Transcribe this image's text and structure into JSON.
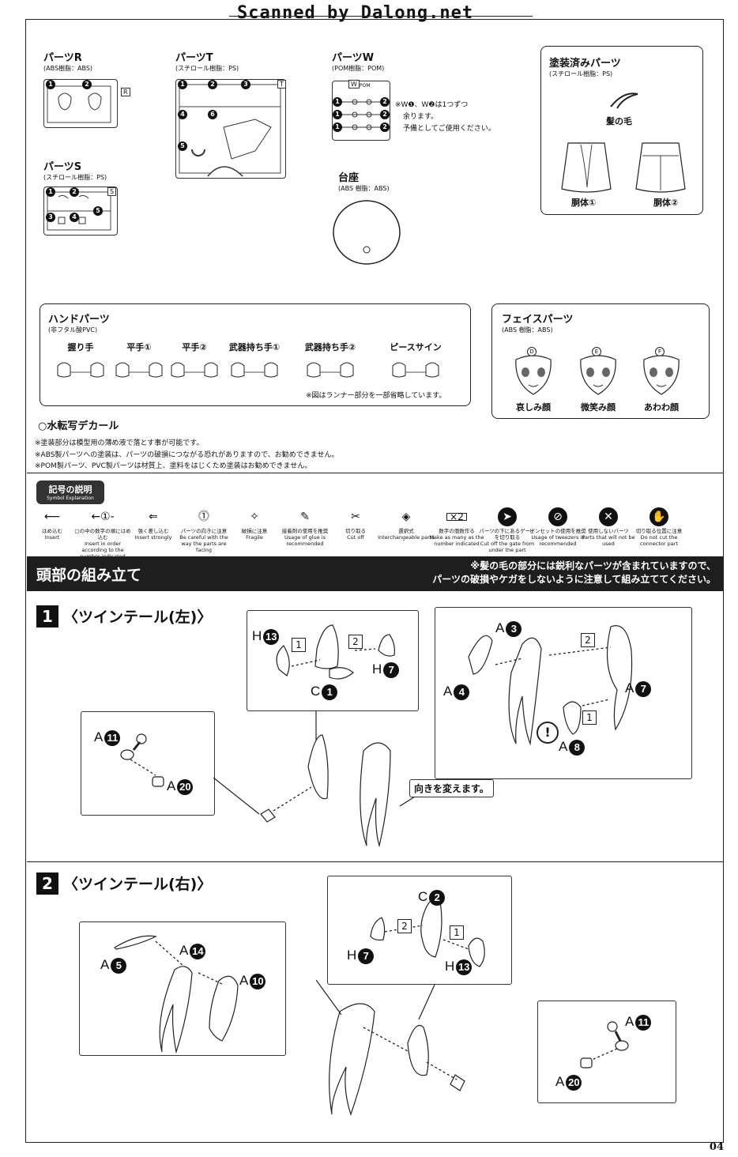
{
  "scan_credit": "Scanned by Dalong.net",
  "page_number": "04",
  "parts": {
    "R": {
      "title": "パーツR",
      "material": "(ABS樹脂：ABS)",
      "nums": [
        "1",
        "2"
      ],
      "letter": "R"
    },
    "T": {
      "title": "パーツT",
      "material": "(スチロール樹脂：PS)",
      "nums": [
        "1",
        "2",
        "3",
        "4",
        "5",
        "6"
      ],
      "letter": "T"
    },
    "S": {
      "title": "パーツS",
      "material": "(スチロール樹脂：PS)",
      "nums": [
        "1",
        "2",
        "3",
        "4",
        "5"
      ],
      "letter": "S"
    },
    "W": {
      "title": "パーツW",
      "material": "(POM樹脂：POM)",
      "nums": [
        "1",
        "1",
        "1",
        "2",
        "2",
        "2"
      ],
      "letter": "W",
      "tag": "POM",
      "note1": "※W❶、W❷は1つずつ",
      "note2": "余ります。",
      "note3": "予備としてご使用ください。"
    },
    "base": {
      "title": "台座",
      "material": "(ABS 樹脂：ABS)"
    }
  },
  "painted": {
    "title": "塗装済みパーツ",
    "material": "(スチロール樹脂：PS)",
    "hair": "髪の毛",
    "body1": "胴体①",
    "body2": "胴体②"
  },
  "hands": {
    "title": "ハンドパーツ",
    "material": "(非フタル酸PVC)",
    "items": [
      "握り手",
      "平手①",
      "平手②",
      "武器持ち手①",
      "武器持ち手②",
      "ピースサイン"
    ],
    "note": "※図はランナー部分を一部省略しています。"
  },
  "faces": {
    "title": "フェイスパーツ",
    "material": "(ABS 樹脂：ABS)",
    "items": [
      {
        "letter": "D",
        "label": "哀しみ顔"
      },
      {
        "letter": "E",
        "label": "微笑み顔"
      },
      {
        "letter": "F",
        "label": "あわわ顔"
      }
    ]
  },
  "decal": "○水転写デカール",
  "notes": [
    "※塗装部分は模型用の薄め液で落とす事が可能です。",
    "※ABS製パーツへの塗装は、パーツの破損につながる恐れがありますので、お勧めできません。",
    "※POM製パーツ、PVC製パーツは材質上、塗料をはじくため塗装はお勧めできません。"
  ],
  "symbols": {
    "title": "記号の説明",
    "subtitle": "Symbol Explanation",
    "items": [
      {
        "icon": "insert-arrow-icon",
        "jp": "はめ込む",
        "en": "Insert"
      },
      {
        "icon": "numbered-insert-icon",
        "jp": "□の中の数字の順にはめ込む",
        "en": "Insert in order according to the number indicated"
      },
      {
        "icon": "strong-insert-icon",
        "jp": "強く差し込む",
        "en": "Insert strongly"
      },
      {
        "icon": "direction-caution-icon",
        "jp": "パーツの向きに注意",
        "en": "Be careful with the way the parts are facing"
      },
      {
        "icon": "fragile-icon",
        "jp": "破損に注意",
        "en": "Fragile"
      },
      {
        "icon": "glue-icon",
        "jp": "接着剤の使用を推奨",
        "en": "Usage of glue is recommended"
      },
      {
        "icon": "cut-off-icon",
        "jp": "切り取る",
        "en": "Cut off"
      },
      {
        "icon": "interchangeable-icon",
        "jp": "選択式",
        "en": "Interchangeable parts"
      },
      {
        "icon": "multiply-icon",
        "jp": "数字の個数作る",
        "en": "Make as many as the number indicated"
      },
      {
        "icon": "gate-cut-icon",
        "jp": "パーツの下にあるゲートを切り取る",
        "en": "Cut off the gate from under the part"
      },
      {
        "icon": "tweezers-icon",
        "jp": "ピンセットの使用を推奨",
        "en": "Usage of tweezers is recommended"
      },
      {
        "icon": "unused-icon",
        "jp": "使用しないパーツ",
        "en": "Parts that will not be used"
      },
      {
        "icon": "no-cut-icon",
        "jp": "切り取る位置に注意",
        "en": "Do not cut the connector part"
      }
    ],
    "multiply_text": "×2"
  },
  "section": {
    "title": "頭部の組み立て",
    "warning1": "※髪の毛の部分には鋭利なパーツが含まれていますので、",
    "warning2": "パーツの破損やケガをしないように注意して組み立ててください。"
  },
  "step1": {
    "num": "1",
    "title": "〈ツインテール(左)〉",
    "labels": {
      "h13": "H",
      "h13n": "13",
      "c1": "C",
      "c1n": "1",
      "h7": "H",
      "h7n": "7",
      "a11": "A",
      "a11n": "11",
      "a20": "A",
      "a20n": "20",
      "a3": "A",
      "a3n": "3",
      "a4": "A",
      "a4n": "4",
      "a7": "A",
      "a7n": "7",
      "a8": "A",
      "a8n": "8"
    },
    "sq1": "1",
    "sq2": "2",
    "sq2b": "2",
    "sq1b": "1",
    "turn_note": "向きを変えます。"
  },
  "step2": {
    "num": "2",
    "title": "〈ツインテール(右)〉",
    "labels": {
      "c2": "C",
      "c2n": "2",
      "h7": "H",
      "h7n": "7",
      "h13": "H",
      "h13n": "13",
      "a5": "A",
      "a5n": "5",
      "a14": "A",
      "a14n": "14",
      "a10": "A",
      "a10n": "10",
      "a11": "A",
      "a11n": "11",
      "a20": "A",
      "a20n": "20"
    },
    "sq2": "2",
    "sq1": "1"
  }
}
